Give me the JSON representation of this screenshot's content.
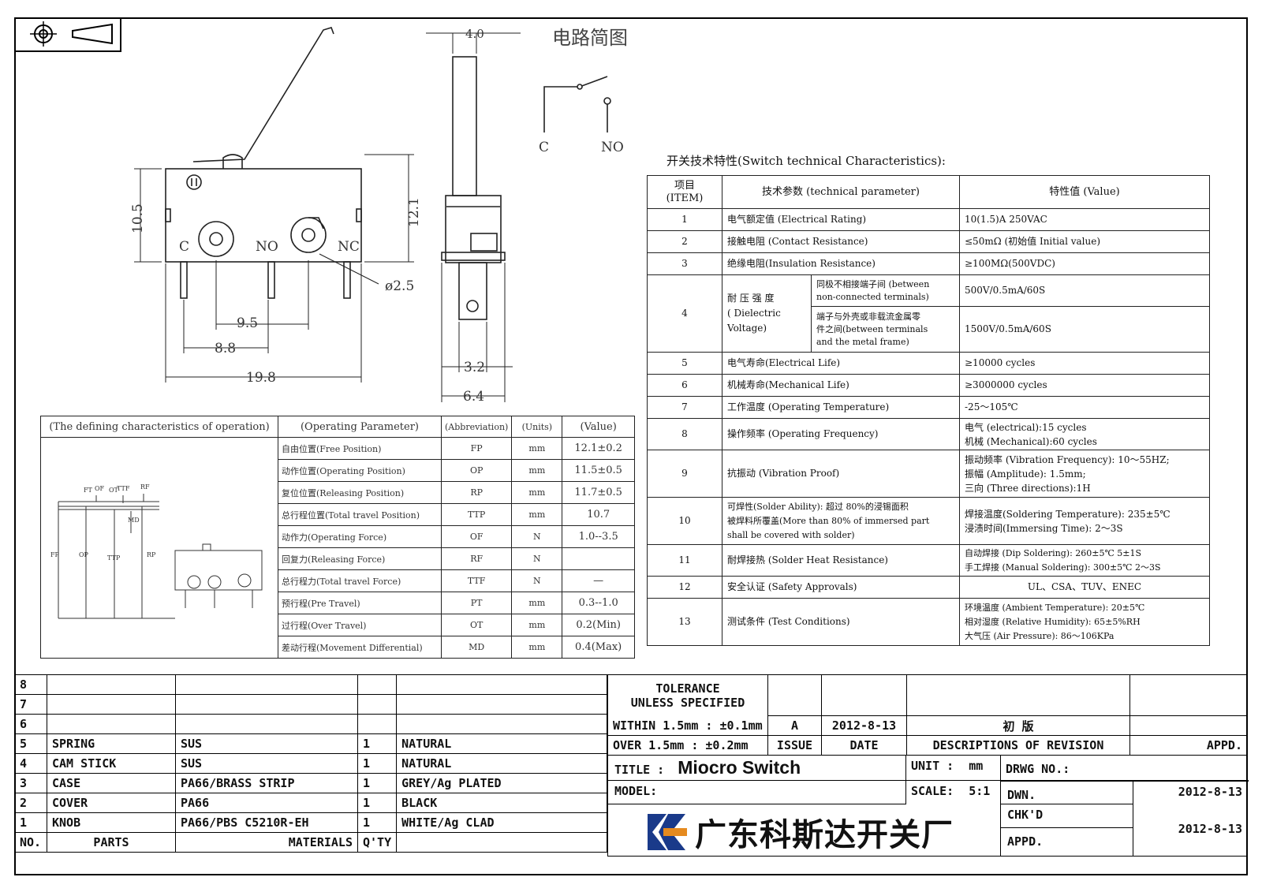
{
  "drawing": {
    "dim_top_width": "4.0",
    "circuit_title": "电路简图",
    "circuit_c": "C",
    "circuit_no": "NO",
    "dim_height_left": "10.5",
    "dim_height_right": "12.1",
    "terminal_c": "C",
    "terminal_no": "NO",
    "terminal_nc": "NC",
    "dim_hole": "ø2.5",
    "dim_pitch1": "9.5",
    "dim_pitch2": "8.8",
    "dim_length": "19.8",
    "dim_side1": "3.2",
    "dim_side2": "6.4"
  },
  "operating": {
    "headers": [
      "(The defining characteristics of operation)",
      "(Operating Parameter)",
      "(Abbreviation)",
      "(Units)",
      "(Value)"
    ],
    "diagram_labels": [
      "FT",
      "OF",
      "OT",
      "TTF",
      "RF",
      "MD",
      "FP",
      "OP",
      "TTP",
      "RP"
    ],
    "rows": [
      {
        "param": "自由位置(Free Position)",
        "abbr": "FP",
        "unit": "mm",
        "value": "12.1±0.2"
      },
      {
        "param": "动作位置(Operating Position)",
        "abbr": "OP",
        "unit": "mm",
        "value": "11.5±0.5"
      },
      {
        "param": "复位位置(Releasing Position)",
        "abbr": "RP",
        "unit": "mm",
        "value": "11.7±0.5"
      },
      {
        "param": "总行程位置(Total travel Position)",
        "abbr": "TTP",
        "unit": "mm",
        "value": "10.7"
      },
      {
        "param": "动作力(Operating Force)",
        "abbr": "OF",
        "unit": "N",
        "value": "1.0--3.5"
      },
      {
        "param": "回复力(Releasing Force)",
        "abbr": "RF",
        "unit": "N",
        "value": ""
      },
      {
        "param": "总行程力(Total travel Force)",
        "abbr": "TTF",
        "unit": "N",
        "value": "—"
      },
      {
        "param": "预行程(Pre Travel)",
        "abbr": "PT",
        "unit": "mm",
        "value": "0.3--1.0"
      },
      {
        "param": "过行程(Over Travel)",
        "abbr": "OT",
        "unit": "mm",
        "value": "0.2(Min)"
      },
      {
        "param": "差动行程(Movement Differential)",
        "abbr": "MD",
        "unit": "mm",
        "value": "0.4(Max)"
      }
    ]
  },
  "spec": {
    "title": "开关技术特性(Switch technical Characteristics):",
    "header": {
      "item": "项目\n(ITEM)",
      "param": "技术参数 (technical parameter)",
      "value": "特性值 (Value)"
    },
    "rows": [
      {
        "no": "1",
        "param": "电气额定值 (Electrical Rating)",
        "value": "10(1.5)A 250VAC"
      },
      {
        "no": "2",
        "param": "接触电阻 (Contact  Resistance)",
        "value": "≤50mΩ (初始值 Initial value)"
      },
      {
        "no": "3",
        "param": "绝缘电阻(Insulation Resistance)",
        "value": "≥100MΩ(500VDC)"
      },
      {
        "no": "4",
        "param": "耐 压 强 度\n( Dielectric\nVoltage)",
        "sub1": "同极不相接端子间 (between\nnon-connected terminals)",
        "val1": "500V/0.5mA/60S",
        "sub2": "端子与外壳或非载流金属零\n件之间(between terminals\nand the metal frame)",
        "val2": "1500V/0.5mA/60S"
      },
      {
        "no": "5",
        "param": "电气寿命(Electrical Life)",
        "value": "≥10000 cycles"
      },
      {
        "no": "6",
        "param": "机械寿命(Mechanical Life)",
        "value": "≥3000000 cycles"
      },
      {
        "no": "7",
        "param": "工作温度 (Operating Temperature)",
        "value": "-25～105℃"
      },
      {
        "no": "8",
        "param": "操作频率 (Operating Frequency)",
        "value": "电气 (electrical):15 cycles\n机械 (Mechanical):60 cycles"
      },
      {
        "no": "9",
        "param": "抗振动 (Vibration Proof)",
        "value": "振动频率 (Vibration Frequency): 10～55HZ;\n振幅 (Amplitude): 1.5mm;\n三向 (Three directions):1H"
      },
      {
        "no": "10",
        "param": "可焊性(Solder Ability): 超过 80%的浸锡面积\n被焊料所覆盖(More than 80% of immersed part\nshall be covered with solder)",
        "value": "焊接温度(Soldering Temperature): 235±5℃\n浸渍时间(Immersing Time): 2～3S"
      },
      {
        "no": "11",
        "param": "耐焊接热 (Solder Heat Resistance)",
        "value": "自动焊接 (Dip Soldering): 260±5℃ 5±1S\n手工焊接 (Manual Soldering): 300±5℃ 2～3S"
      },
      {
        "no": "12",
        "param": "安全认证 (Safety Approvals)",
        "value": "UL、CSA、TUV、ENEC"
      },
      {
        "no": "13",
        "param": "测试条件 (Test Conditions)",
        "value": "环境温度 (Ambient Temperature): 20±5℃\n相对湿度 (Relative Humidity): 65±5%RH\n大气压 (Air Pressure): 86～106KPa"
      }
    ]
  },
  "bom": {
    "rows": [
      {
        "no": "8",
        "part": "",
        "material": "",
        "qty": "",
        "note": ""
      },
      {
        "no": "7",
        "part": "",
        "material": "",
        "qty": "",
        "note": ""
      },
      {
        "no": "6",
        "part": "",
        "material": "",
        "qty": "",
        "note": ""
      },
      {
        "no": "5",
        "part": "SPRING",
        "material": "SUS",
        "qty": "1",
        "note": "NATURAL"
      },
      {
        "no": "4",
        "part": "CAM STICK",
        "material": "SUS",
        "qty": "1",
        "note": "NATURAL"
      },
      {
        "no": "3",
        "part": "CASE",
        "material": "PA66/BRASS STRIP",
        "qty": "1",
        "note": "GREY/Ag PLATED"
      },
      {
        "no": "2",
        "part": "COVER",
        "material": "PA66",
        "qty": "1",
        "note": "BLACK"
      },
      {
        "no": "1",
        "part": "KNOB",
        "material": "PA66/PBS C5210R-EH",
        "qty": "1",
        "note": "WHITE/Ag CLAD"
      }
    ],
    "footer": {
      "no": "NO.",
      "part": "PARTS",
      "material": "MATERIALS",
      "qty": "Q'TY"
    }
  },
  "title_block": {
    "tolerance1": "TOLERANCE",
    "tolerance2": "UNLESS  SPECIFIED",
    "within": "WITHIN 1.5mm : ±0.1mm",
    "over": "OVER 1.5mm : ±0.2mm",
    "rev": "A",
    "rev_date": "2012-8-13",
    "rev_desc": "初 版",
    "issue": "ISSUE",
    "date": "DATE",
    "desc": "DESCRIPTIONS OF REVISION",
    "appd": "APPD.",
    "title_label": "TITLE :",
    "title_value": "Miocro Switch",
    "unit_label": "UNIT :",
    "unit_value": "mm",
    "drwg_no": "DRWG NO.:",
    "model": "MODEL:",
    "scale_label": "SCALE:",
    "scale_value": "5:1",
    "dwn": "DWN.",
    "dwn_date": "2012-8-13",
    "chkd": "CHK'D",
    "chkd_date": "2012-8-13",
    "appd2": "APPD.",
    "company": "广东科斯达开关厂"
  }
}
